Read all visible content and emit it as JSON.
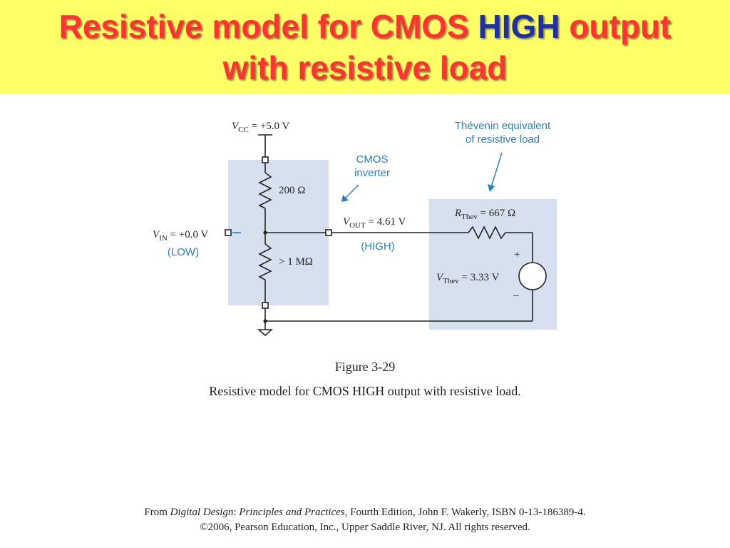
{
  "title": {
    "line1_pre": "Resistive model for CMOS ",
    "line1_highlight": "HIGH",
    "line1_post": " output",
    "line2": "with resistive load"
  },
  "diagram": {
    "vcc": {
      "sym": "V",
      "sub": "CC",
      "value": " = +5.0 V"
    },
    "r_top": "200 Ω",
    "r_bottom": "> 1 MΩ",
    "vin": {
      "sym": "V",
      "sub": "IN",
      "value": " = +0.0 V",
      "state": "(LOW)"
    },
    "vout": {
      "sym": "V",
      "sub": "OUT",
      "value": " = 4.61 V",
      "state": "(HIGH)"
    },
    "cmos_label": [
      "CMOS",
      "inverter"
    ],
    "thevenin_label": [
      "Thévenin equivalent",
      "of resistive load"
    ],
    "rthev": {
      "sym": "R",
      "sub": "Thev",
      "value": " = 667 Ω"
    },
    "vthev": {
      "sym": "V",
      "sub": "Thev",
      "value": " = 3.33 V"
    },
    "plus": "+",
    "minus": "–"
  },
  "figure": {
    "number": "Figure 3-29",
    "caption": "Resistive model for CMOS HIGH output with resistive load."
  },
  "credit": {
    "from": "From ",
    "book": "Digital Design",
    "colon": ": ",
    "subtitle": "Principles and Practices",
    "rest": ", Fourth Edition, John F. Wakerly, ISBN 0-13-186389-4.",
    "line2": "©2006, Pearson Education, Inc., Upper Saddle River, NJ. All rights reserved."
  },
  "colors": {
    "title_red": "#ff3333",
    "title_blue": "#1f2fa8",
    "band": "#ffff66",
    "panel": "#d7e0ef",
    "label_blue": "#2a7fc4"
  }
}
